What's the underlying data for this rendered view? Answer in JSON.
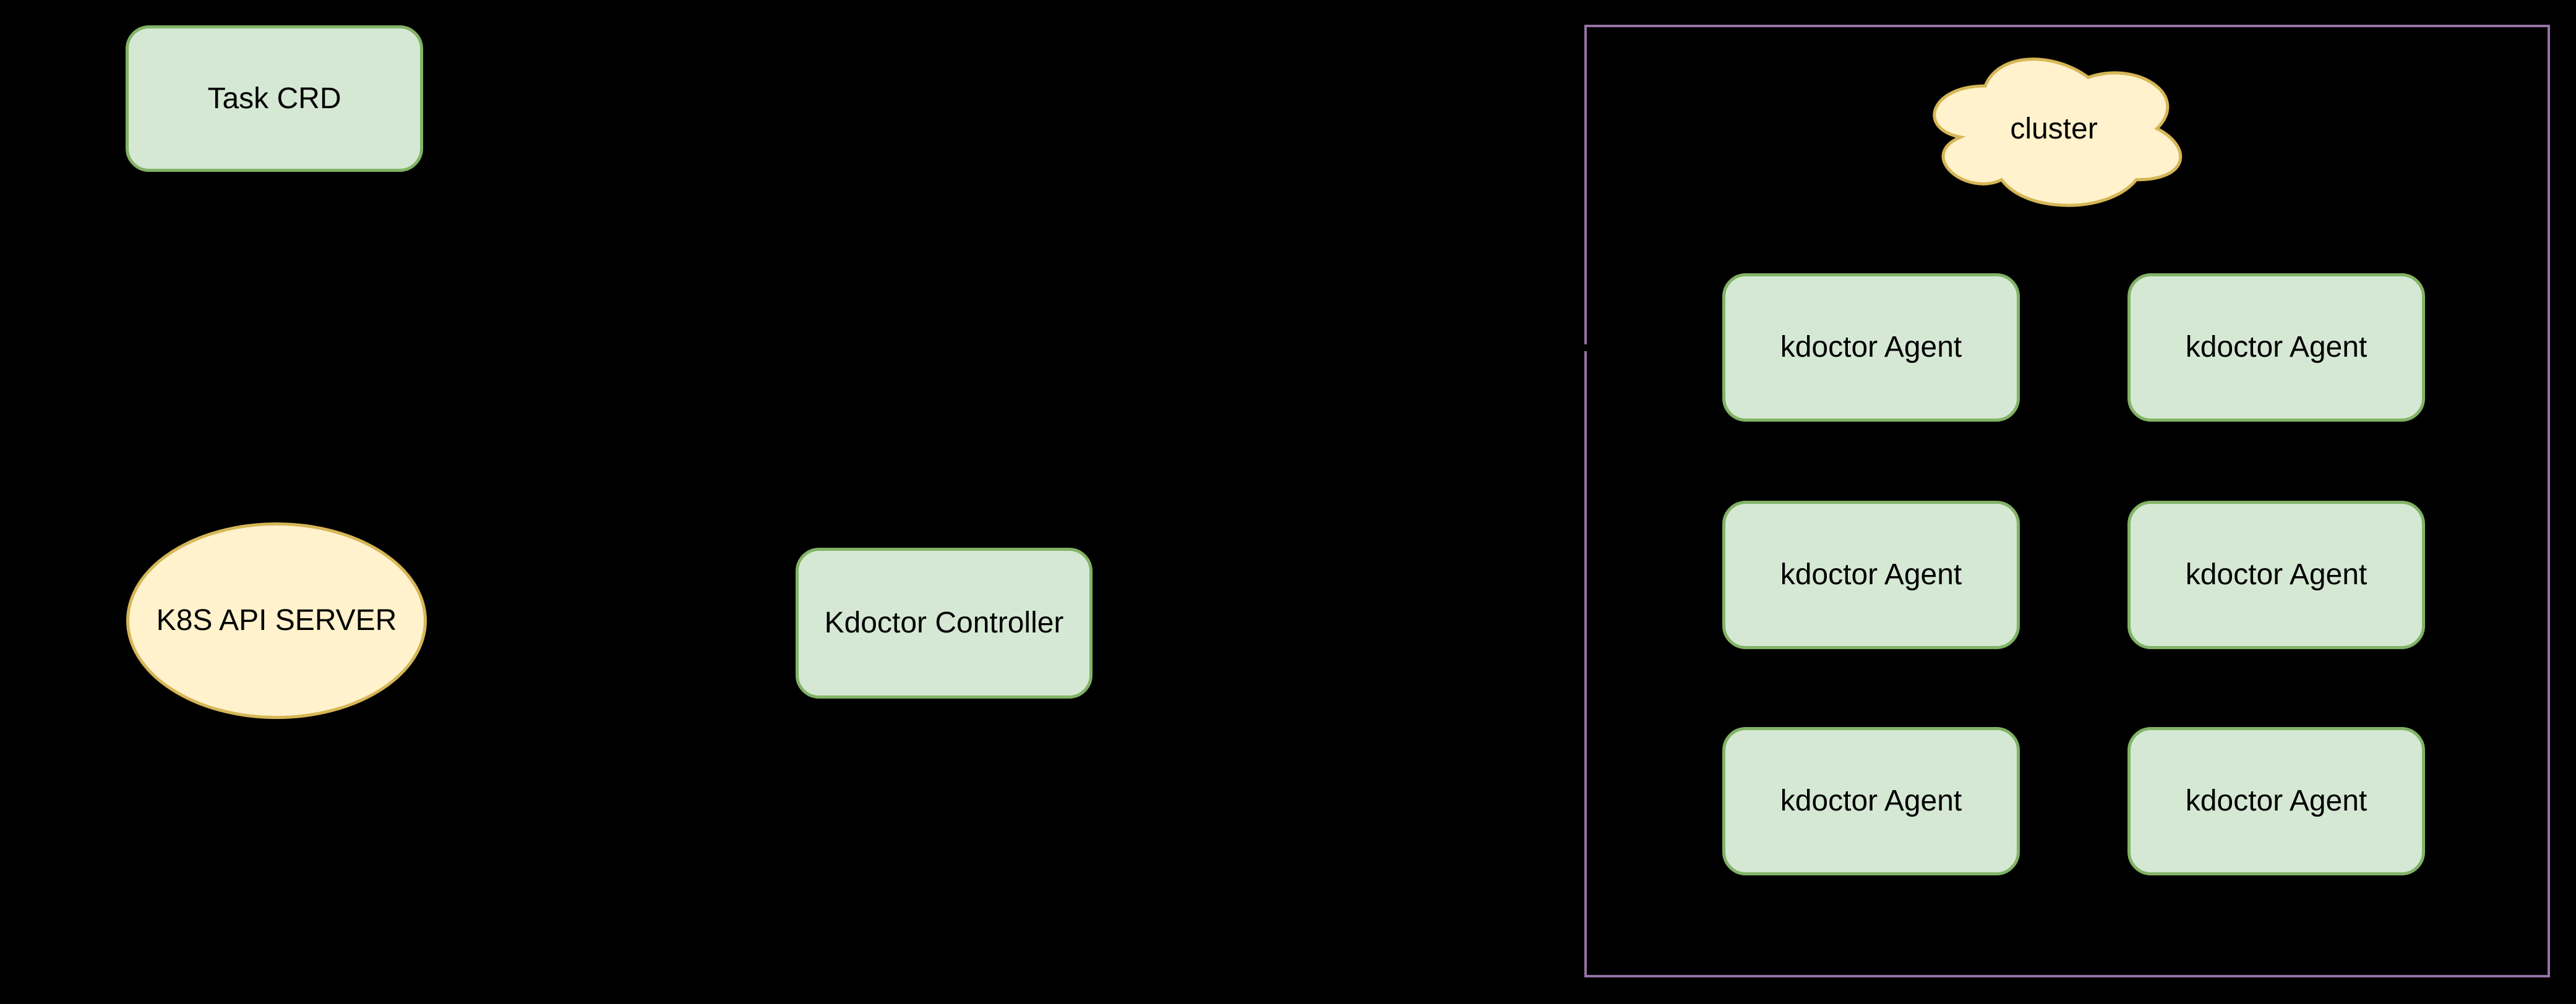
{
  "colors": {
    "background": "#000000",
    "green_node_fill": "#D5E8D4",
    "green_node_stroke": "#82B366",
    "yellow_node_fill": "#FFF2CC",
    "yellow_node_stroke": "#D6B656",
    "cluster_border": "#9673A6",
    "text": "#000000"
  },
  "nodes": {
    "task_crd": {
      "label": "Task CRD"
    },
    "k8s_api_server": {
      "label": "K8S API SERVER"
    },
    "kdoctor_controller": {
      "label": "Kdoctor Controller"
    }
  },
  "cluster_panel": {
    "cloud_label": "cluster",
    "agents": [
      {
        "label": "kdoctor Agent"
      },
      {
        "label": "kdoctor Agent"
      },
      {
        "label": "kdoctor Agent"
      },
      {
        "label": "kdoctor Agent"
      },
      {
        "label": "kdoctor Agent"
      },
      {
        "label": "kdoctor Agent"
      }
    ]
  }
}
